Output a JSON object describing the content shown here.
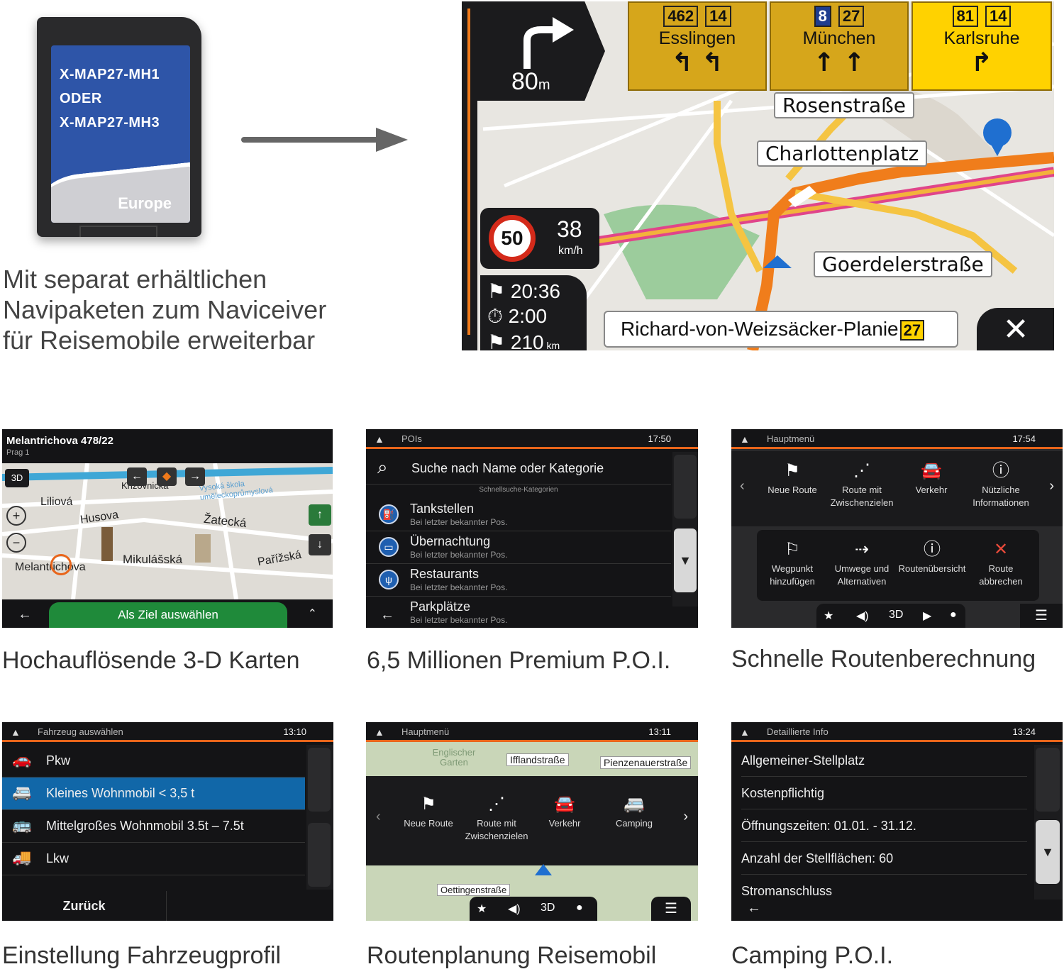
{
  "sd_card": {
    "line1": "X-MAP27-MH1",
    "line2": "ODER",
    "line3": "X-MAP27-MH3",
    "region": "Europe"
  },
  "intro": {
    "line1": "Mit separat erhältlichen",
    "line2": "Navipaketen zum Naviceiver",
    "line3": "für Reisemobile erweiterbar"
  },
  "hero": {
    "distance_value": "80",
    "distance_unit": "m",
    "signs": [
      {
        "n1": "462",
        "n2": "14",
        "city": "Esslingen",
        "arrows": "↰ ↰"
      },
      {
        "n1": "8",
        "n2": "27",
        "city": "München",
        "arrows": "↑ ↑"
      },
      {
        "n1": "81",
        "n2": "14",
        "city": "Karlsruhe",
        "arrows": "↱"
      }
    ],
    "callouts": {
      "rosen": "Rosenstraße",
      "charlotten": "Charlottenplatz",
      "goerdeler": "Goerdelerstraße"
    },
    "speed_limit": "50",
    "current_speed": "38",
    "speed_unit": "km/h",
    "eta": "20:36",
    "duration": "2:00",
    "remaining_value": "210",
    "remaining_unit": "km",
    "street": "Richard-von-Weizsäcker-Planie",
    "street_number": "27",
    "close": "✕"
  },
  "panel_map3d": {
    "address": "Melantrichova 478/22",
    "city": "Prag 1",
    "mode": "3D",
    "streets": [
      "Liliová",
      "Husova",
      "Křižovnická",
      "Žatecká",
      "Mikulášská",
      "Pařížská",
      "Melantrichova",
      "Vysoká škola uměleckoprůmyslová"
    ],
    "action": "Als Ziel auswählen",
    "caption": "Hochauflösende 3-D Karten"
  },
  "panel_pois": {
    "title": "POIs",
    "time": "17:50",
    "search_placeholder": "Suche nach Name oder Kategorie",
    "section_label": "Schnellsuche-Kategorien",
    "items": [
      {
        "title": "Tankstellen",
        "sub": "Bei letzter bekannter Pos."
      },
      {
        "title": "Übernachtung",
        "sub": "Bei letzter bekannter Pos."
      },
      {
        "title": "Restaurants",
        "sub": "Bei letzter bekannter Pos."
      },
      {
        "title": "Parkplätze",
        "sub": "Bei letzter bekannter Pos."
      }
    ],
    "caption": "6,5 Millionen Premium P.O.I."
  },
  "panel_menu": {
    "title": "Hauptmenü",
    "time": "17:54",
    "tiles": [
      {
        "label": "Neue Route"
      },
      {
        "label": "Route mit Zwischenzielen"
      },
      {
        "label": "Verkehr"
      },
      {
        "label": "Nützliche Informationen"
      }
    ],
    "popup": [
      {
        "label": "Wegpunkt hinzufügen"
      },
      {
        "label": "Umwege und Alternativen"
      },
      {
        "label": "Routenübersicht"
      },
      {
        "label": "Route abbrechen"
      }
    ],
    "mode": "3D",
    "caption": "Schnelle Routenberechnung"
  },
  "panel_vehicle": {
    "title": "Fahrzeug auswählen",
    "time": "13:10",
    "items": [
      {
        "label": "Pkw"
      },
      {
        "label": "Kleines Wohnmobil < 3,5 t"
      },
      {
        "label": "Mittelgroßes Wohnmobil 3.5t – 7.5t"
      },
      {
        "label": "Lkw"
      }
    ],
    "back": "Zurück",
    "caption": "Einstellung Fahrzeugprofil"
  },
  "panel_route": {
    "title": "Hauptmenü",
    "time": "13:11",
    "streets": [
      "Englischer Garten",
      "Ifflandstraße",
      "Pienzenauerstraße",
      "Oettingenstraße"
    ],
    "tiles": [
      {
        "label": "Neue Route"
      },
      {
        "label": "Route mit Zwischenzielen"
      },
      {
        "label": "Verkehr"
      },
      {
        "label": "Camping"
      }
    ],
    "mode": "3D",
    "caption": "Routenplanung Reisemobil"
  },
  "panel_info": {
    "title": "Detaillierte Info",
    "time": "13:24",
    "rows": [
      "Allgemeiner-Stellplatz",
      "Kostenpflichtig",
      "Öffnungszeiten: 01.01. - 31.12.",
      "Anzahl der Stellflächen: 60",
      "Stromanschluss"
    ],
    "caption": "Camping P.O.I."
  },
  "colors": {
    "accent_orange": "#e8651b",
    "sign_yellow": "#d6a61b",
    "sd_blue": "#2e55a8",
    "selection_blue": "#1167a8",
    "action_green": "#1f8a3a"
  }
}
